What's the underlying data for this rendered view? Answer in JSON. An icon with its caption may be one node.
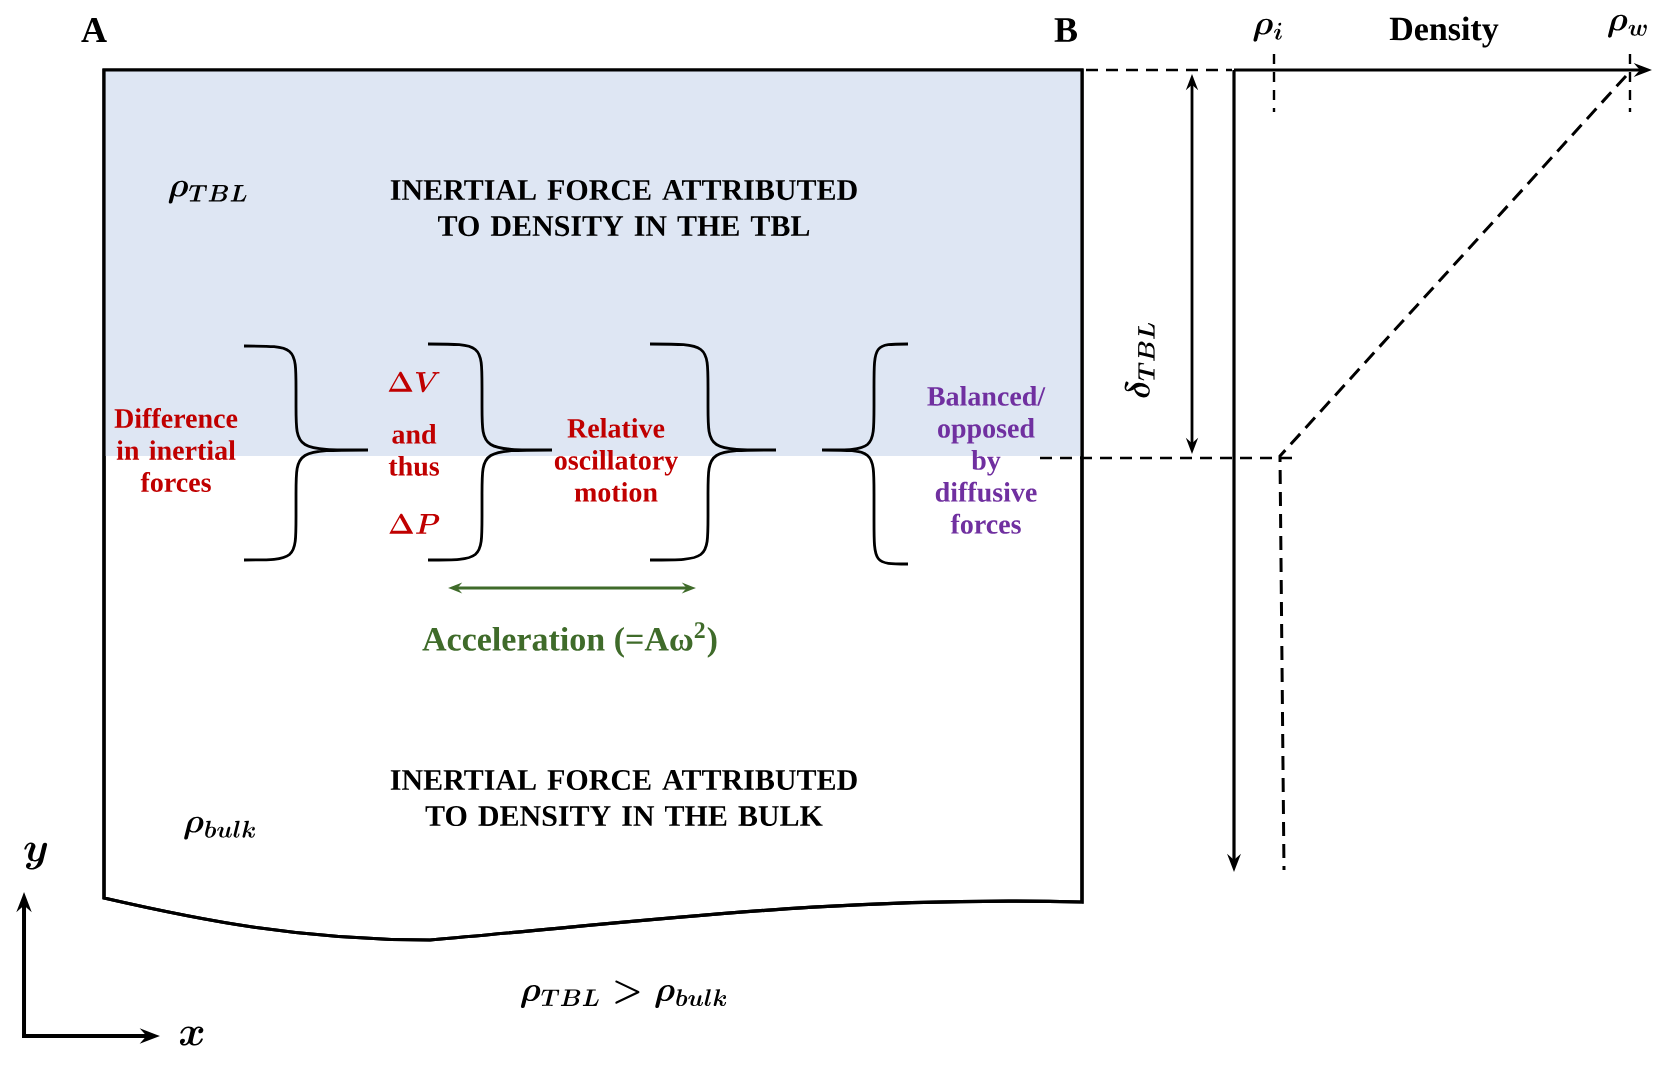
{
  "diagram": {
    "nodes": [
      {
        "text": [
          "INERTIAL FORCE ATTRIBUTED TO DENSITY IN THE BULK"
        ]
      },
      {
        "text": [
          "INERTIAL FORCE ATTRIBUTED TO DENSITY IN THE TBL"
        ],
        "in": 0
      }
    ],
    "labels": [
      "A",
      "B",
      "\\rho_i",
      "Density",
      "\\rho_w",
      "\\rho_{TBL}",
      "\\delta_{TBL}",
      "Difference in inertial forces",
      "\\Delta V",
      "and thus",
      "\\Delta P",
      "Relative oscillatory motion",
      "Balanced/ opposed by diffusive forces",
      "Acceleration (=Aω$^{2}$)",
      "\\rho_{bulk}",
      "y",
      "x",
      "\\rho_{TBL} > \\rho_{bulk}"
    ]
  }
}
